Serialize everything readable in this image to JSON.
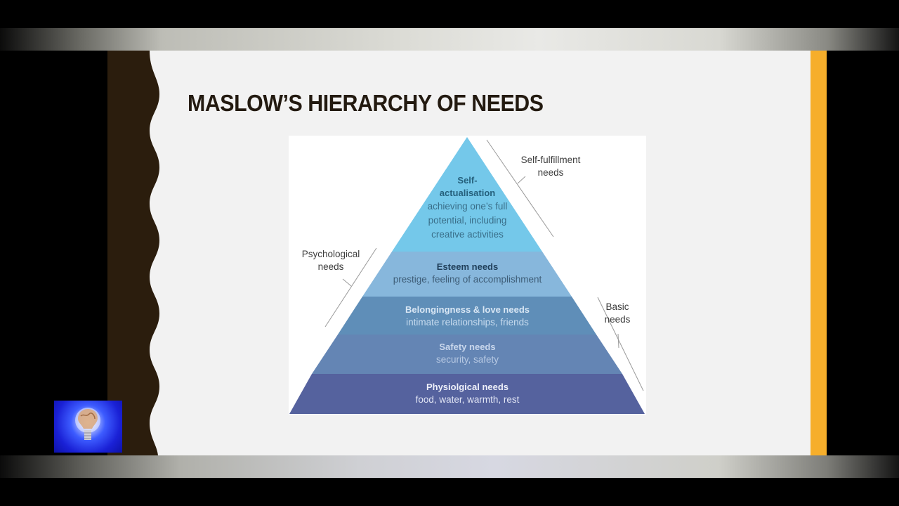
{
  "slide": {
    "title": "MASLOW’S HIERARCHY OF NEEDS"
  },
  "pyramid": {
    "levels": [
      {
        "heading": "Self-",
        "heading2": "actualisation",
        "lines": [
          "achieving one’s full",
          "potential, including",
          "creative activities"
        ],
        "color": "#74c8ea",
        "text_color": "#3a6f8a",
        "head_color": "#25607c"
      },
      {
        "heading": "Esteem needs",
        "description": "prestige, feeling of accomplishment",
        "color": "#87b7dc",
        "text_color": "#3e5d77",
        "head_color": "#203f5a"
      },
      {
        "heading": "Belongingness & love needs",
        "description": "intimate relationships, friends",
        "color": "#5f8eb8",
        "text_color": "#c8dcef",
        "head_color": "#d8e6f4"
      },
      {
        "heading": "Safety needs",
        "description": "security, safety",
        "color": "#6485b4",
        "text_color": "#b7c9e3",
        "head_color": "#c9d7ec"
      },
      {
        "heading": "Physiolgical needs",
        "description": "food, water, warmth, rest",
        "color": "#55629e",
        "text_color": "#e0e4f4",
        "head_color": "#eef0fa"
      }
    ]
  },
  "labels": {
    "self_fulfillment": [
      "Self-fulfillment",
      "needs"
    ],
    "psychological": [
      "Psychological",
      "needs"
    ],
    "basic": [
      "Basic",
      "needs"
    ]
  },
  "colors": {
    "slide_background": "#f2f2f2",
    "left_band": "#2b1d0d",
    "accent_stripe": "#f6ae2b",
    "title_text": "#231a10"
  },
  "icons": {
    "thumbnail": "brain-lightbulb-icon"
  }
}
